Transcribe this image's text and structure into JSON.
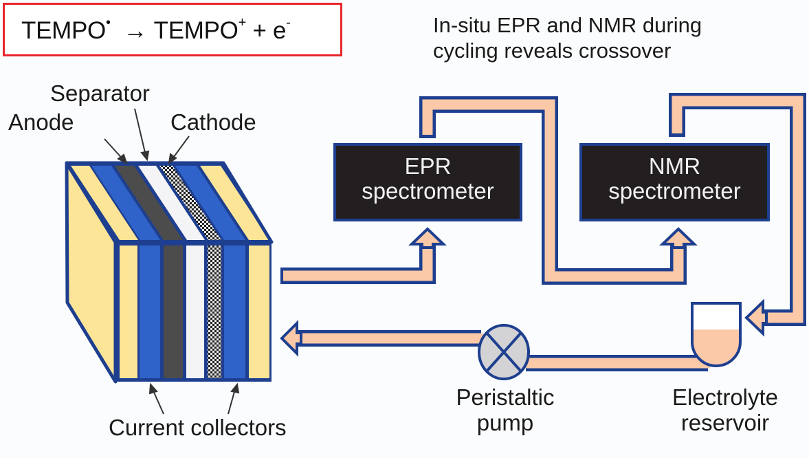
{
  "equation": {
    "reactant": "TEMPO",
    "reactant_sup": "•",
    "arrow": "→",
    "product": "TEMPO",
    "product_sup": "+",
    "plus": "+ e",
    "electron_sup": "-"
  },
  "caption": {
    "line1": "In-situ EPR and NMR during",
    "line2": "cycling reveals crossover"
  },
  "cell_labels": {
    "separator": "Separator",
    "anode": "Anode",
    "cathode": "Cathode",
    "current_collectors": "Current collectors"
  },
  "instruments": {
    "epr": {
      "line1": "EPR",
      "line2": "spectrometer"
    },
    "nmr": {
      "line1": "NMR",
      "line2": "spectrometer"
    }
  },
  "pump": {
    "line1": "Peristaltic",
    "line2": "pump"
  },
  "reservoir": {
    "line1": "Electrolyte",
    "line2": "reservoir",
    "fill_fraction": 0.58
  },
  "colors": {
    "outline": "#1e3f8f",
    "tube": "#fbc9a8",
    "frame_red": "#e8262c",
    "collector_yellow": "#fde597",
    "electrode_blue": "#2f63c9",
    "separator_dark": "#4c4c4c",
    "spectrometer_bg": "#231f20"
  }
}
